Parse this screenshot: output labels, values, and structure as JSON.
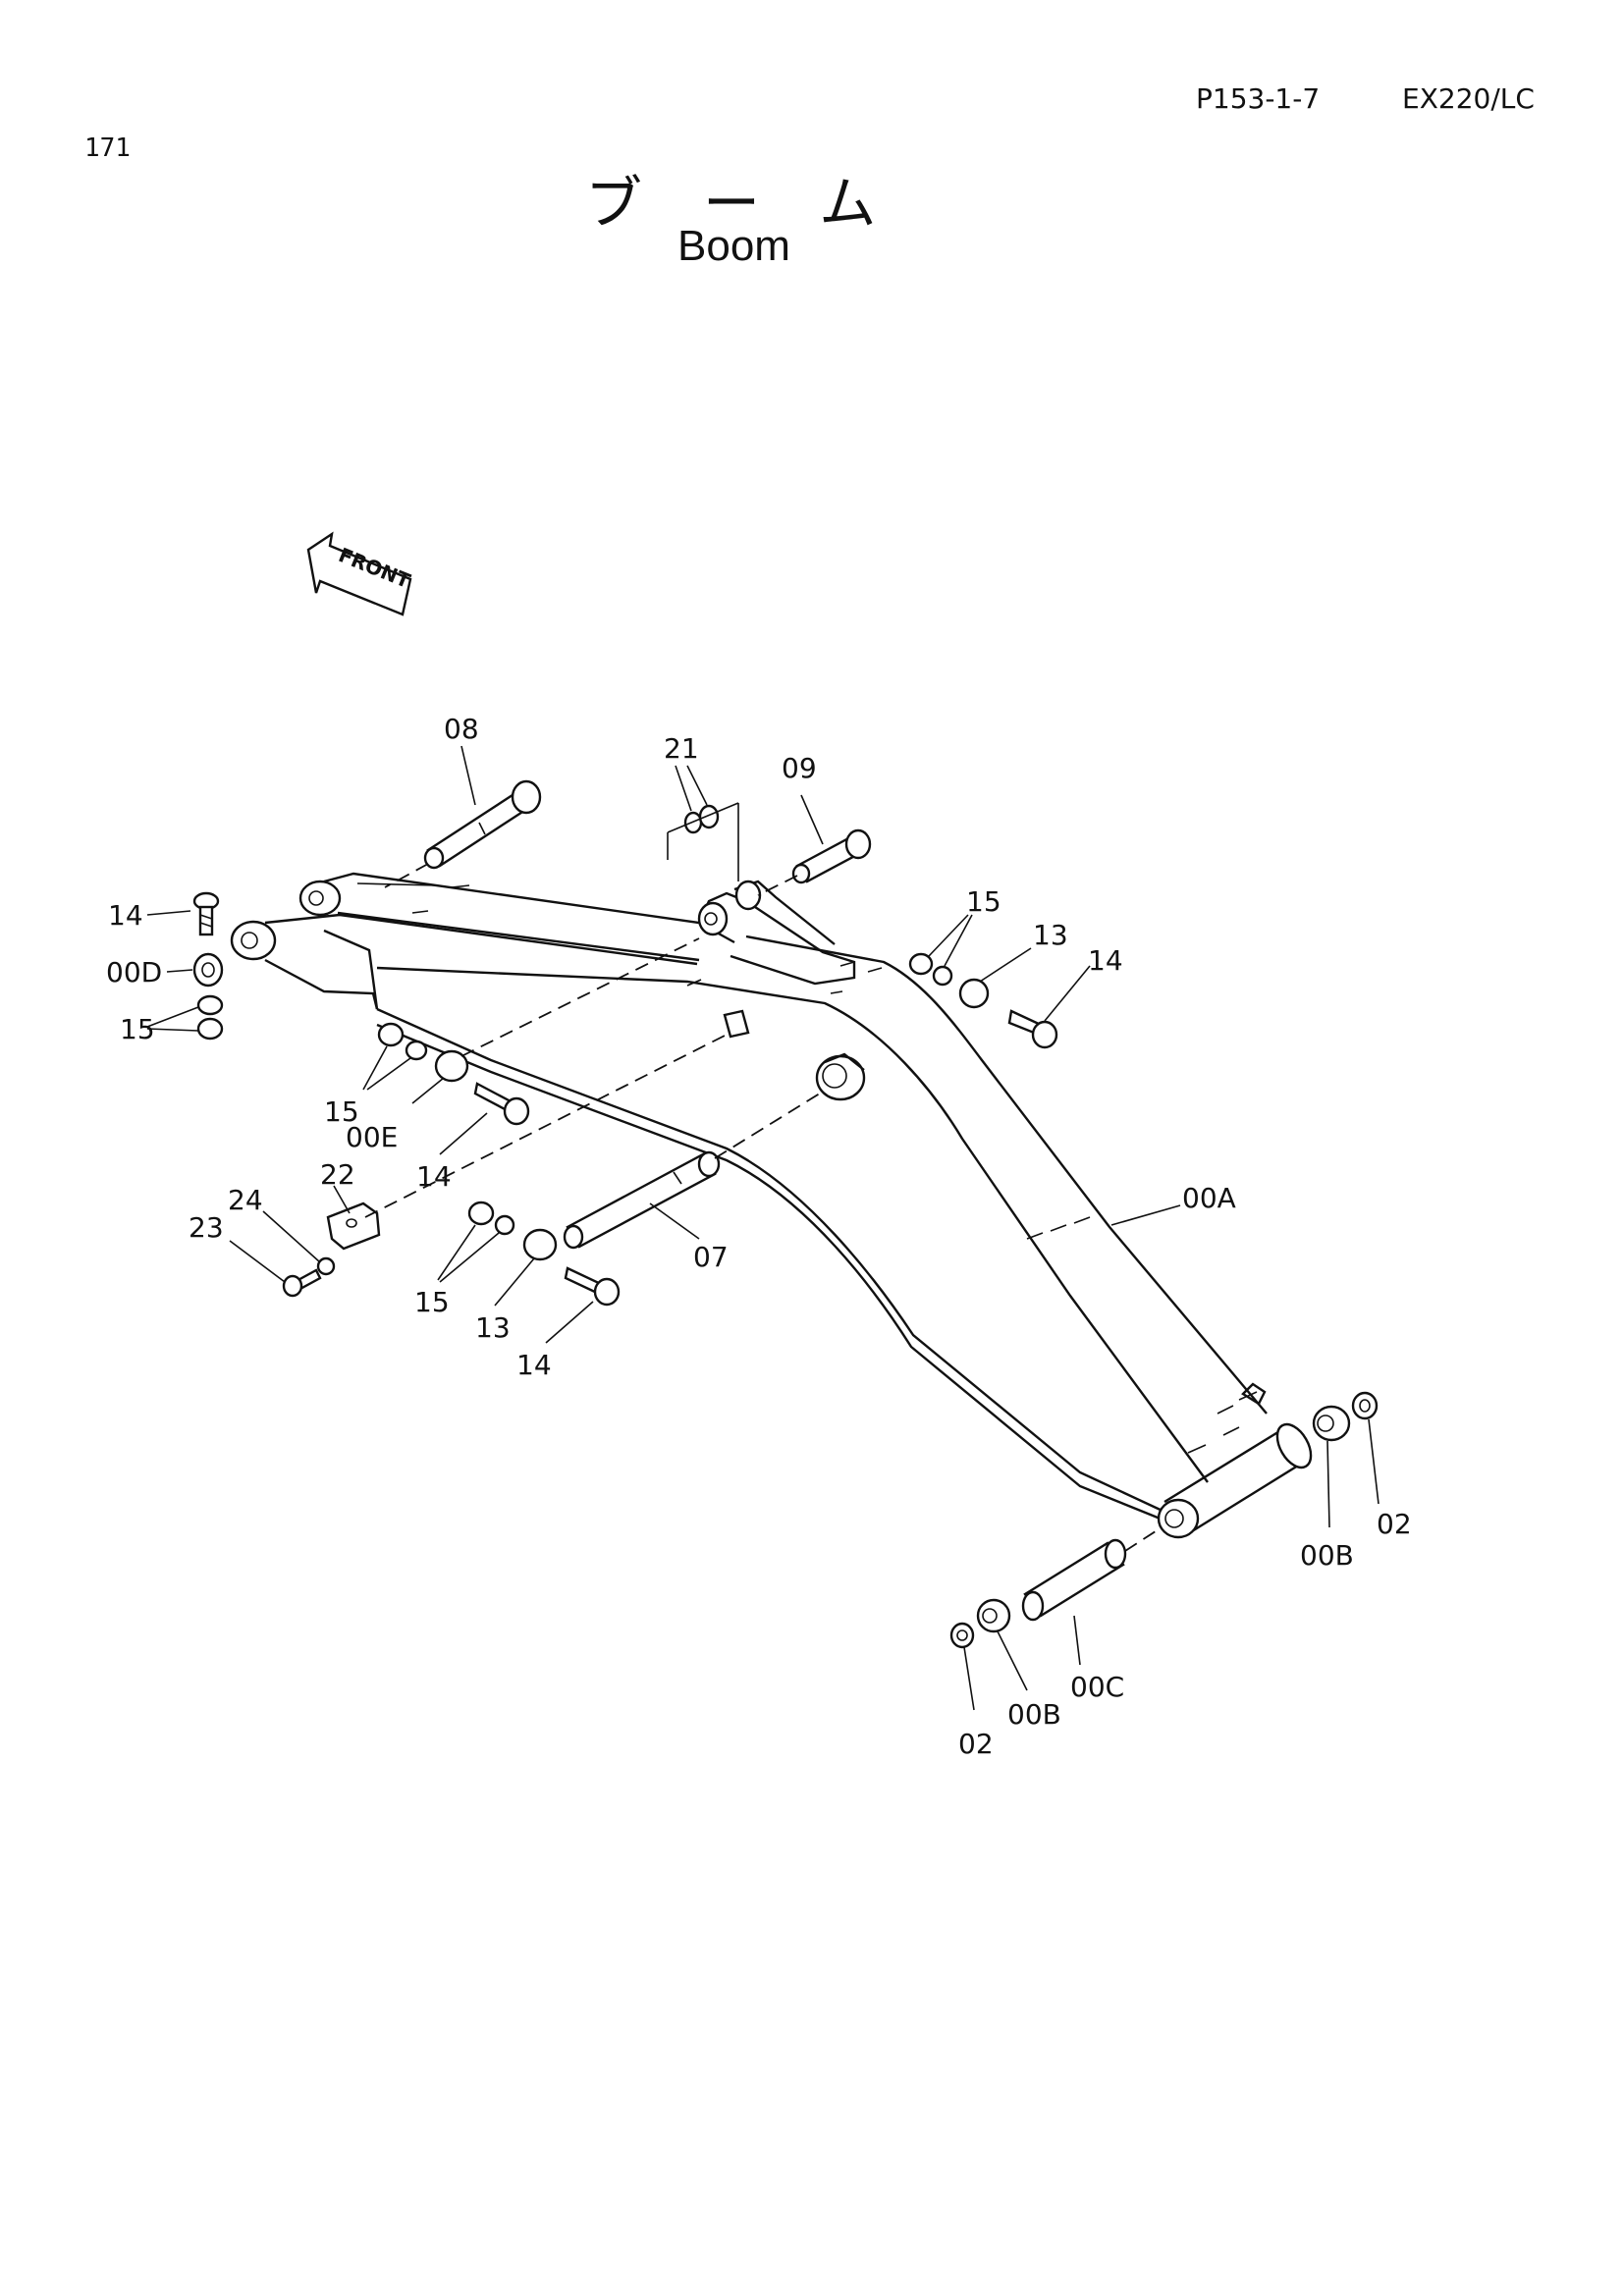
{
  "header": {
    "page_no": "171",
    "ref_code": "P153-1-7",
    "model": "EX220/LC"
  },
  "title": {
    "jp": "ブーム",
    "en": "Boom"
  },
  "front_mark": "FRONT",
  "callouts": {
    "c08": "08",
    "c21": "21",
    "c09": "09",
    "c14a": "14",
    "c00D": "00D",
    "c15a": "15",
    "c15b": "15",
    "c13a": "13",
    "c14b": "14",
    "c15c": "15",
    "c00E": "00E",
    "c14c": "14",
    "c22": "22",
    "c24": "24",
    "c23": "23",
    "c07": "07",
    "c00A": "00A",
    "c15d": "15",
    "c13b": "13",
    "c14d": "14",
    "c00Ba": "00B",
    "c02a": "02",
    "c00C": "00C",
    "c00Bb": "00B",
    "c02b": "02"
  }
}
